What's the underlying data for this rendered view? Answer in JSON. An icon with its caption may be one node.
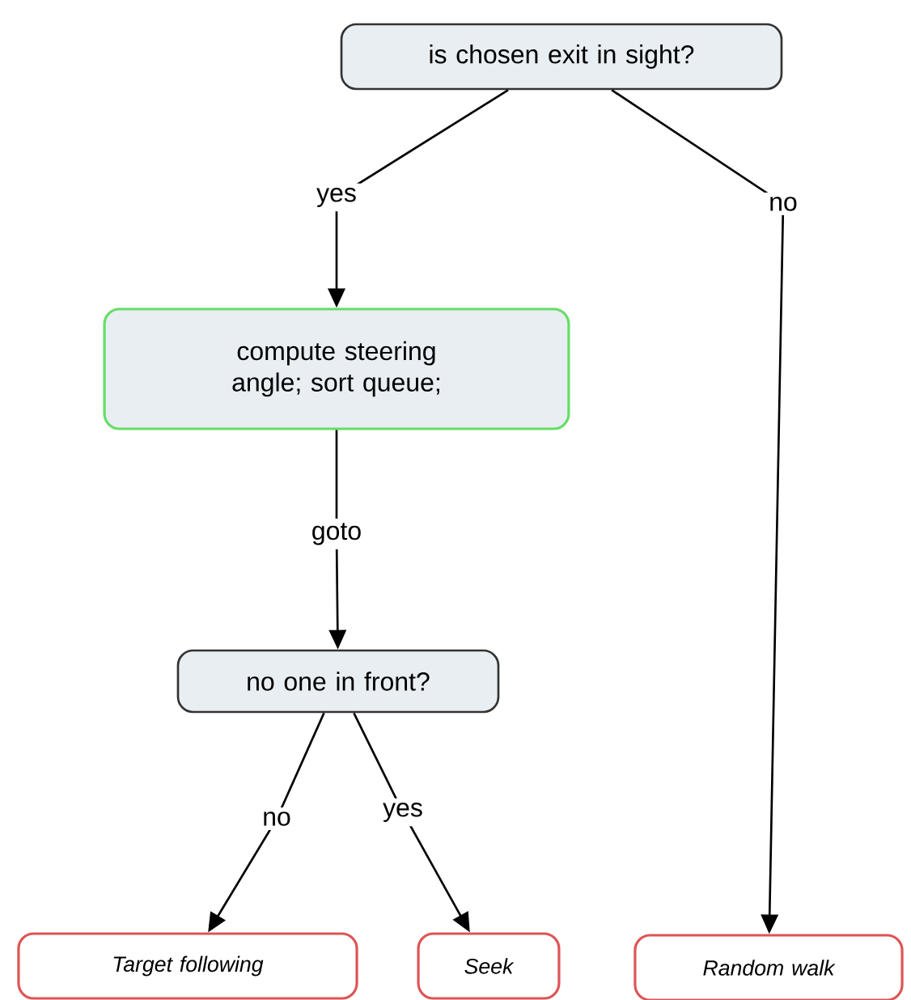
{
  "diagram": {
    "nodes": [
      {
        "text": [
          "is chosen exit in sight?"
        ]
      },
      {
        "text": [
          "compute steering angle; sort queue;"
        ]
      },
      {
        "text": [
          "no one in front?"
        ]
      },
      {
        "text": [
          "Target following"
        ]
      },
      {
        "text": [
          "Seek"
        ]
      },
      {
        "text": [
          "Random walk"
        ]
      }
    ],
    "edges": [
      {
        "from": 0,
        "to": 1,
        "arrow": "to",
        "label": "yes"
      },
      {
        "from": 0,
        "to": 5,
        "arrow": "to",
        "label": "no"
      },
      {
        "from": 1,
        "to": 2,
        "arrow": "to",
        "label": "goto"
      },
      {
        "from": 2,
        "to": 3,
        "arrow": "to",
        "label": "no"
      },
      {
        "from": 2,
        "to": 4,
        "arrow": "to",
        "label": "yes"
      }
    ]
  }
}
